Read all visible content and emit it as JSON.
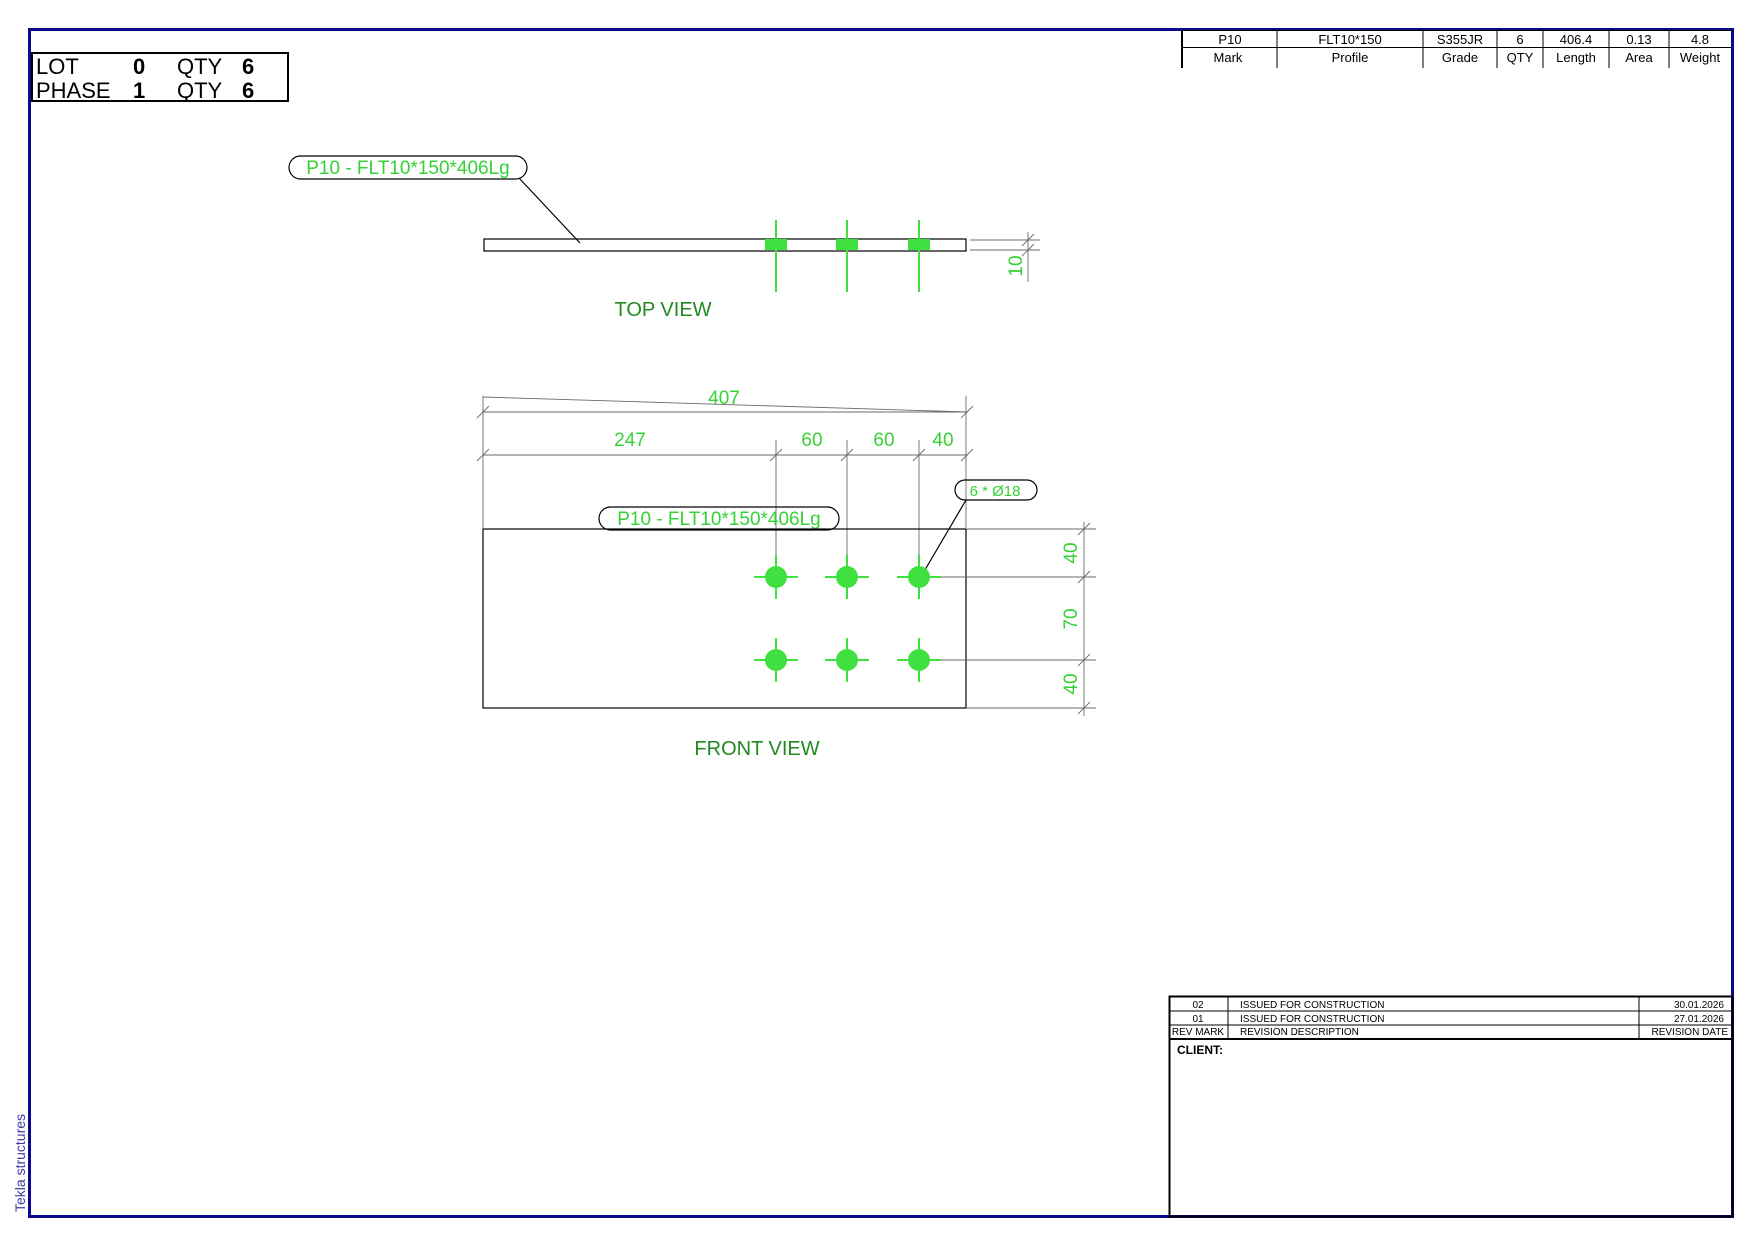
{
  "lot_box": {
    "lot_label": "LOT",
    "lot_value": "0",
    "lot_qty_label": "QTY",
    "lot_qty_value": "6",
    "phase_label": "PHASE",
    "phase_value": "1",
    "phase_qty_label": "QTY",
    "phase_qty_value": "6"
  },
  "part_table": {
    "values": [
      "P10",
      "FLT10*150",
      "S355JR",
      "6",
      "406.4",
      "0.13",
      "4.8"
    ],
    "headers": [
      "Mark",
      "Profile",
      "Grade",
      "QTY",
      "Length",
      "Area",
      "Weight"
    ]
  },
  "top_view": {
    "part_label": "P10 - FLT10*150*406Lg",
    "thickness_dim": "10",
    "title": "TOP VIEW"
  },
  "front_view": {
    "overall_dim": "407",
    "dims_horizontal": [
      "247",
      "60",
      "60",
      "40"
    ],
    "hole_label": "6 * Ø18",
    "part_label": "P10 - FLT10*150*406Lg",
    "dims_vertical": [
      "40",
      "70",
      "40"
    ],
    "title": "FRONT VIEW"
  },
  "revisions": {
    "rows": [
      {
        "mark": "02",
        "description": "ISSUED FOR CONSTRUCTION",
        "date": "30.01.2026"
      },
      {
        "mark": "01",
        "description": "ISSUED FOR CONSTRUCTION",
        "date": "27.01.2026"
      }
    ],
    "header_mark": "REV MARK",
    "header_description": "REVISION DESCRIPTION",
    "header_date": "REVISION DATE"
  },
  "client_label": "CLIENT:",
  "side_text": "Tekla structures",
  "colors": {
    "frame": "#0a0a8c",
    "part_text": "#35d235",
    "view_title": "#1f8a1f",
    "bolt": "#3fe03f"
  }
}
